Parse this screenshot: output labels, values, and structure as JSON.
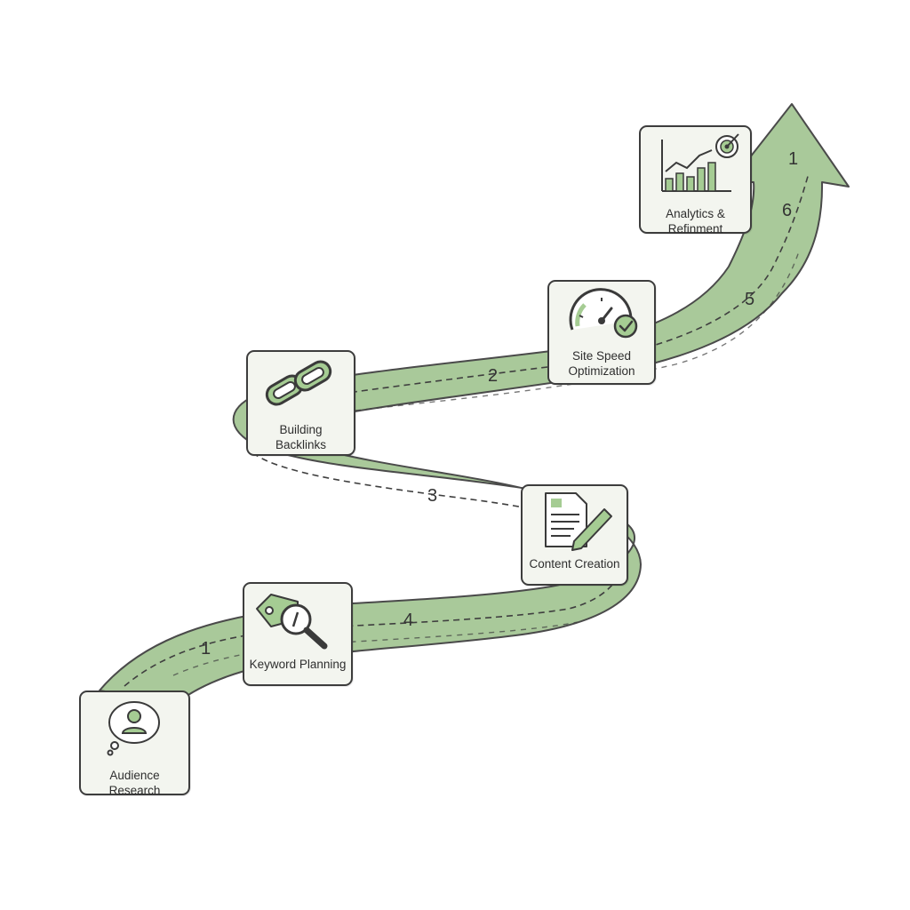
{
  "colors": {
    "road_fill": "#a9c99a",
    "road_stroke": "#4a4a4a",
    "dash": "#3f3f3f",
    "card_bg": "#f3f5ef",
    "icon_accent": "#a5cc93",
    "icon_line": "#3a3a3a"
  },
  "steps": [
    {
      "label": "Audience Research",
      "icon": "person-thought-bubble-icon"
    },
    {
      "label": "Keyword Planning",
      "icon": "tag-magnifier-icon"
    },
    {
      "label": "Content Creation",
      "icon": "document-pencil-icon"
    },
    {
      "label": "Building\nBacklinks",
      "icon": "chain-link-icon"
    },
    {
      "label": "Site Speed\nOptimization",
      "icon": "speedometer-check-icon"
    },
    {
      "label": "Analytics & Refinment",
      "icon": "bar-chart-target-icon"
    }
  ],
  "path_numbers": [
    "1",
    "4",
    "3",
    "2",
    "5",
    "6",
    "1"
  ]
}
